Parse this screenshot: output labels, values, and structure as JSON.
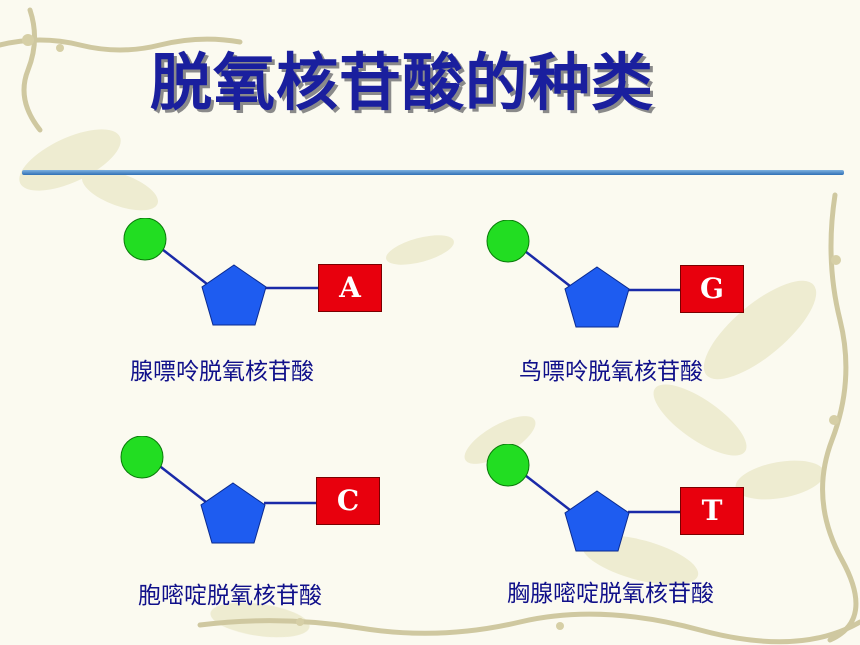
{
  "slide": {
    "title": "脱氧核苷酸的种类",
    "nucleotides": [
      {
        "base": "A",
        "name": "腺嘌呤脱氧核苷酸"
      },
      {
        "base": "G",
        "name": "鸟嘌呤脱氧核苷酸"
      },
      {
        "base": "C",
        "name": "胞嘧啶脱氧核苷酸"
      },
      {
        "base": "T",
        "name": "胸腺嘧啶脱氧核苷酸"
      }
    ]
  },
  "colors": {
    "title": "#1a1f9e",
    "phosphate": "#22dd22",
    "sugar": "#1e5cf0",
    "base_box": "#e8000d",
    "bond_line": "#1a2aa8",
    "caption": "#10108a"
  }
}
